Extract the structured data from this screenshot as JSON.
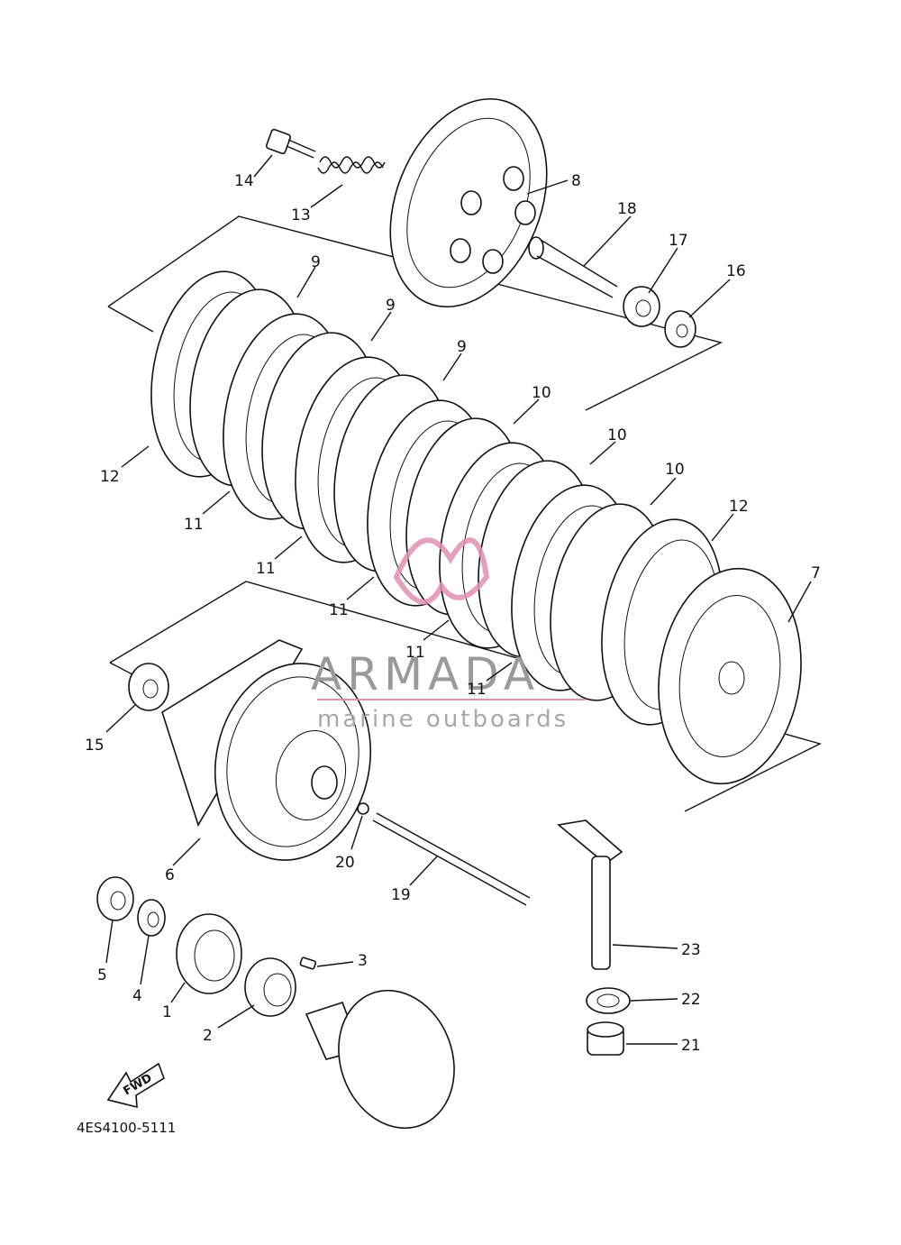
{
  "diagram": {
    "part_code": "4ES4100-5111",
    "fwd_label": "FWD",
    "watermark": {
      "brand": "ARMADA",
      "tagline": "marine outboards",
      "accent": "#e08fb0"
    },
    "callouts": [
      {
        "label": "14"
      },
      {
        "label": "13"
      },
      {
        "label": "8"
      },
      {
        "label": "18"
      },
      {
        "label": "17"
      },
      {
        "label": "16"
      },
      {
        "label": "9"
      },
      {
        "label": "9"
      },
      {
        "label": "9"
      },
      {
        "label": "10"
      },
      {
        "label": "10"
      },
      {
        "label": "10"
      },
      {
        "label": "12"
      },
      {
        "label": "12"
      },
      {
        "label": "11"
      },
      {
        "label": "11"
      },
      {
        "label": "11"
      },
      {
        "label": "11"
      },
      {
        "label": "11"
      },
      {
        "label": "7"
      },
      {
        "label": "15"
      },
      {
        "label": "6"
      },
      {
        "label": "20"
      },
      {
        "label": "19"
      },
      {
        "label": "5"
      },
      {
        "label": "4"
      },
      {
        "label": "1"
      },
      {
        "label": "3"
      },
      {
        "label": "2"
      },
      {
        "label": "23"
      },
      {
        "label": "22"
      },
      {
        "label": "21"
      }
    ]
  }
}
